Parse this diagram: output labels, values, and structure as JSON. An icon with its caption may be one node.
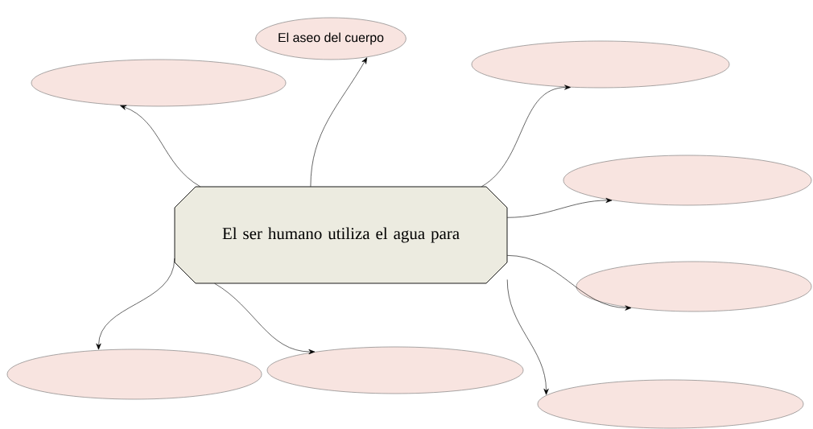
{
  "diagram": {
    "nodes": [
      {
        "text": [
          "El aseo del cuerpo"
        ]
      },
      {
        "text": [],
        "shape": "ellipse"
      },
      {
        "text": [],
        "shape": "ellipse"
      },
      {
        "text": [
          "El ser humano utiliza el agua para"
        ]
      },
      {
        "text": [],
        "shape": "ellipse"
      },
      {
        "text": [],
        "shape": "ellipse"
      },
      {
        "text": [],
        "shape": "ellipse"
      },
      {
        "text": [],
        "shape": "ellipse"
      },
      {
        "text": [],
        "shape": "ellipse"
      }
    ],
    "edges": [
      {
        "from": 3,
        "to": 0,
        "arrow": "to"
      },
      {
        "from": 3,
        "to": 1,
        "arrow": "to"
      },
      {
        "from": 3,
        "to": 2,
        "arrow": "to"
      },
      {
        "from": 3,
        "to": 4,
        "arrow": "to"
      },
      {
        "from": 3,
        "to": 5,
        "arrow": "to"
      },
      {
        "from": 3,
        "to": 6,
        "arrow": "to"
      },
      {
        "from": 3,
        "to": 7,
        "arrow": "to"
      },
      {
        "from": 3,
        "to": 8,
        "arrow": "to"
      }
    ]
  }
}
